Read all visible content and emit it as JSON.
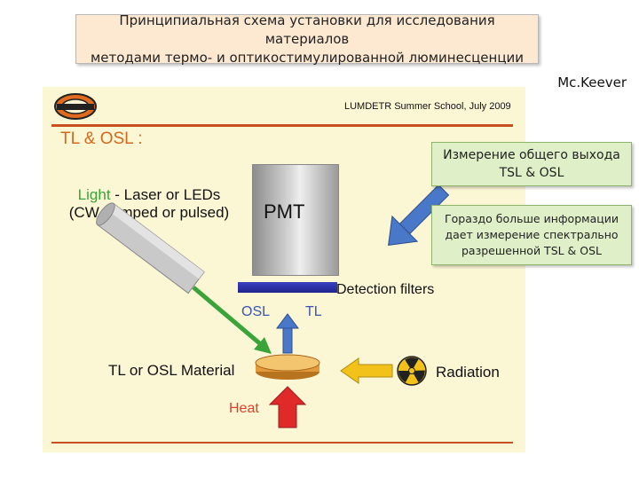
{
  "header": {
    "title_line1": "Принципиальная схема установки для исследования материалов",
    "title_line2": "методами термо- и оптикостимулированной люминесценции",
    "author": "Mc.Keever"
  },
  "slide": {
    "school": "LUMDETR Summer School, July 2009",
    "section": "TL & OSL :",
    "light_word": "Light",
    "light_rest": " - Laser or LEDs",
    "light_line2": "(CW, ramped or pulsed)",
    "pmt": "PMT",
    "detection": "Detection filters",
    "osl": "OSL",
    "tl": "TL",
    "material": "TL or OSL Material",
    "heat": "Heat",
    "radiation": "Radiation"
  },
  "notes": {
    "note1_line1": "Измерение общего выхода",
    "note1_line2": "TSL & OSL",
    "note2_line1": "Гораздо больше информации",
    "note2_line2": "дает измерение спектрально",
    "note2_line3": "разрешенной TSL & OSL"
  },
  "colors": {
    "slide_bg": "#fbf6d4",
    "accent_orange": "#d2691e",
    "arrow_blue": "#4a78c8",
    "arrow_green": "#3aa33a",
    "arrow_red": "#e02a2a",
    "arrow_yellow": "#f2c21b",
    "note_bg": "#dff0c8"
  }
}
